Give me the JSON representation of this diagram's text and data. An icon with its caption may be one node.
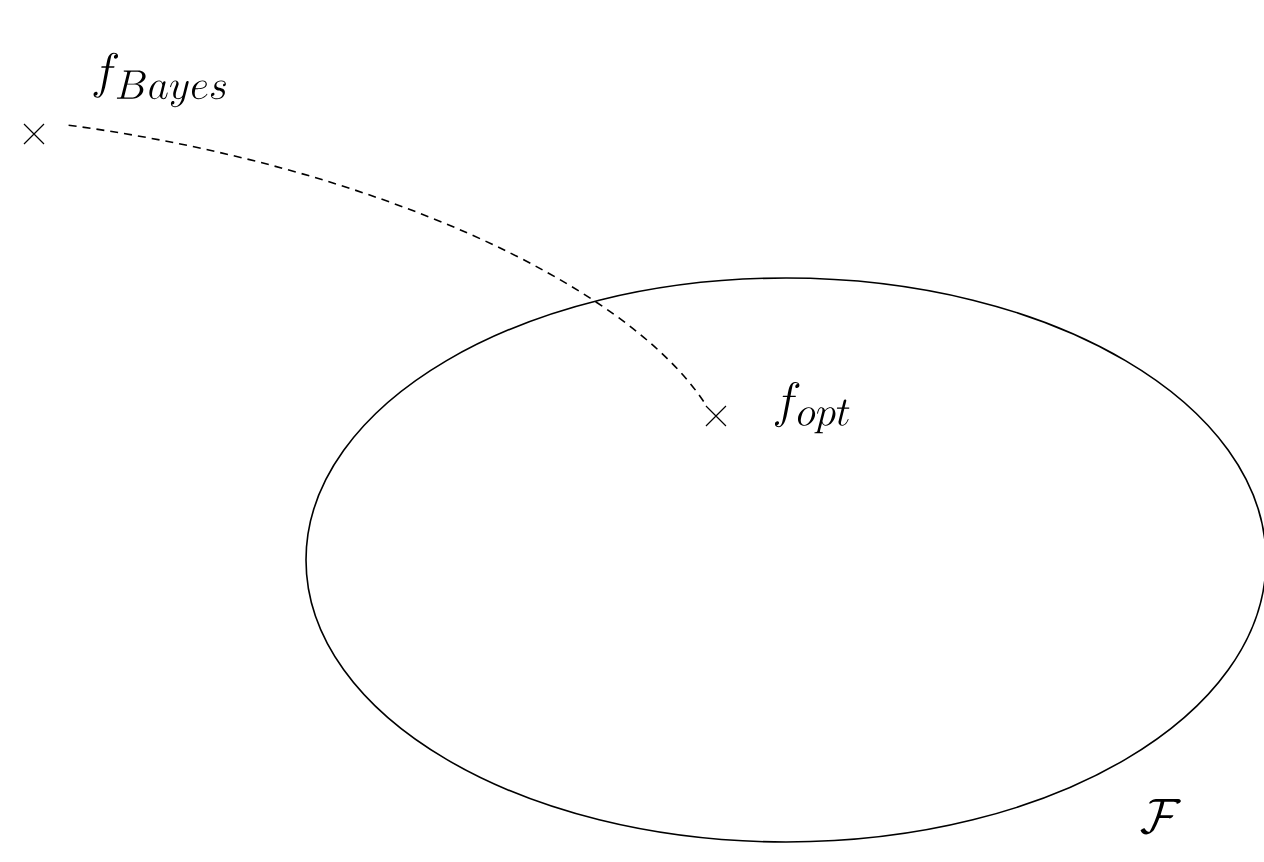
{
  "diagram": {
    "nodes": [
      {
        "text": [
          "\\mathcal{F}"
        ]
      },
      {
        "text": [
          "f_{Bayes}"
        ]
      },
      {
        "text": [
          "f_{opt}"
        ],
        "in": 0
      }
    ],
    "edges": [
      {
        "from": 1,
        "to": 2,
        "arrow": "none",
        "style": "dashed"
      }
    ]
  }
}
